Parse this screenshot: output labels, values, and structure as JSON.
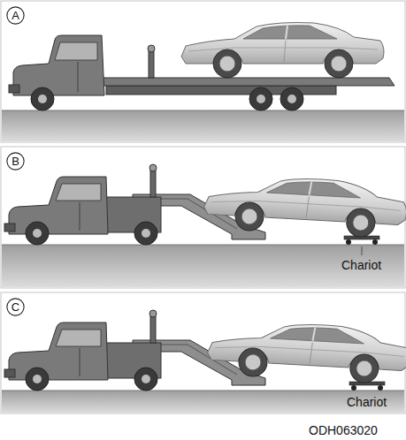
{
  "diagram": {
    "nodes": [
      {
        "text": [
          "A"
        ]
      },
      {
        "text": [
          "B"
        ]
      },
      {
        "text": [
          "C"
        ]
      }
    ],
    "labels": [
      "Chariot",
      "Chariot",
      "ODH063020"
    ]
  }
}
